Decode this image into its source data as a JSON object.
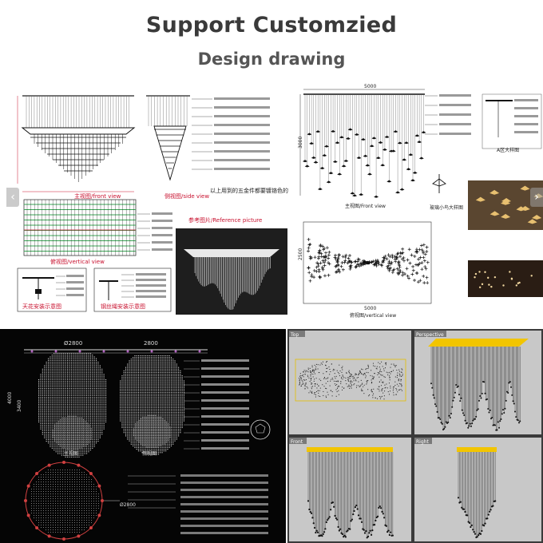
{
  "header": {
    "title": "Support Customzied",
    "subtitle": "Design drawing"
  },
  "panels": {
    "top_left": {
      "front_view_label": "主视图/front view",
      "side_view_label": "侧视图/side view",
      "note_label": "以上用到的五金件都要镀铬色的",
      "vertical_view_label": "俯视图/vertical view",
      "reference_label": "参考图片/Reference picture",
      "install_label_1": "天花安装示意图",
      "install_label_2": "钢丝绳安装示意图"
    },
    "top_right": {
      "width_dim": "5000",
      "height_dim": "3000",
      "depth_dim": "2500",
      "front_view_label": "主视图/Front view",
      "vertical_view_label": "俯视图/vertical view",
      "bird_label": "玻璃小鸟大样图",
      "detail_label": "A区大样图"
    },
    "bottom_left": {
      "dim_left": "Ø2800",
      "dim_right": "2800",
      "dim_circle": "Ø2800",
      "height_dim": "4000",
      "height_dim_2": "3400",
      "front_label": "主视图",
      "side_label": "侧视图"
    },
    "bottom_right": {
      "top_label": "Top",
      "perspective_label": "Perspective",
      "front_label": "Front",
      "right_label": "Right"
    }
  },
  "nav": {
    "left_glyph": "‹",
    "right_glyph": "›"
  },
  "colors": {
    "title": "#3a3a3a",
    "cad_red": "#c8102e",
    "cad_green": "#3aa655",
    "viewport_bg": "#c8c8c8",
    "ceiling_plate": "#f2c500",
    "black_bg": "#050505"
  }
}
